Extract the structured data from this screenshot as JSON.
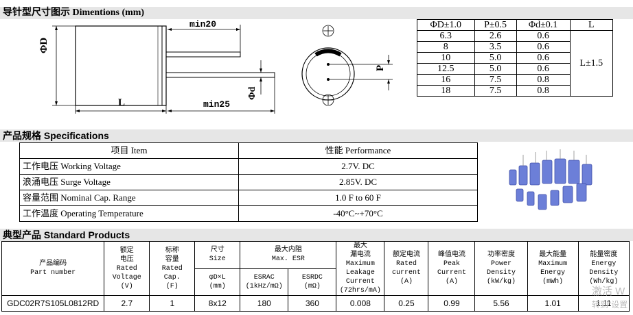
{
  "section1": {
    "title": "导针型尺寸图示 Dimentions (mm)"
  },
  "drawing": {
    "min20": "min20",
    "min25": "min25",
    "D": "ΦD",
    "L": "L",
    "d": "Φd",
    "P": "P"
  },
  "dim_table": {
    "headers": [
      "ΦD±1.0",
      "P±0.5",
      "Φd±0.1",
      "L"
    ],
    "rows": [
      [
        "6.3",
        "2.6",
        "0.6"
      ],
      [
        "8",
        "3.5",
        "0.6"
      ],
      [
        "10",
        "5.0",
        "0.6"
      ],
      [
        "12.5",
        "5.0",
        "0.6"
      ],
      [
        "16",
        "7.5",
        "0.8"
      ],
      [
        "18",
        "7.5",
        "0.8"
      ]
    ],
    "l_value": "L±1.5"
  },
  "section2": {
    "title": "产品规格 Specifications"
  },
  "spec_table": {
    "header": [
      "项目 Item",
      "性能 Performance"
    ],
    "rows": [
      [
        "工作电压 Working Voltage",
        "2.7V. DC"
      ],
      [
        "浪涌电压  Surge Voltage",
        "2.85V. DC"
      ],
      [
        "容量范围 Nominal Cap. Range",
        "1.0 F to 60 F"
      ],
      [
        "工作温度 Operating Temperature",
        "-40°C~+70°C"
      ]
    ]
  },
  "section3": {
    "title": "典型产品 Standard Products"
  },
  "prod_table": {
    "h_part": [
      "产品编码",
      "Part number"
    ],
    "h_voltage": [
      "额定",
      "电压",
      "Rated",
      "Voltage",
      "(V)"
    ],
    "h_cap": [
      "标称",
      "容量",
      "Rated",
      "Cap.",
      "(F)"
    ],
    "h_size": [
      "尺寸",
      "Size"
    ],
    "h_size_sub": [
      "φD×L",
      "(mm)"
    ],
    "h_esr": [
      "最大内阻",
      "Max. ESR"
    ],
    "h_esrac": [
      "ESRAC",
      "(1kHz/mΩ)"
    ],
    "h_esrdc": [
      "ESRDC",
      "(mΩ)"
    ],
    "h_leak": [
      "最大",
      "漏电流",
      "Maximum",
      "Leakage",
      "Current",
      "(72hrs/mA)"
    ],
    "h_rated_current": [
      "额定电流",
      "Rated",
      "current",
      "(A)"
    ],
    "h_peak": [
      "峰值电流",
      "Peak",
      "Current",
      "(A)"
    ],
    "h_power": [
      "功率密度",
      "Power",
      "Density",
      "(kW/kg)"
    ],
    "h_energy": [
      "最大能量",
      "Maximum",
      "Energy",
      "(mWh)"
    ],
    "h_edensity": [
      "能量密度",
      "Energy",
      "Density",
      "(Wh/kg)"
    ],
    "row": [
      "GDC02R7S105L0812RD",
      "2.7",
      "1",
      "8x12",
      "180",
      "360",
      "0.008",
      "0.25",
      "0.99",
      "5.56",
      "1.01",
      "1.11"
    ]
  },
  "watermark": {
    "line1": "激活 W",
    "line2": "转到\"设置"
  }
}
